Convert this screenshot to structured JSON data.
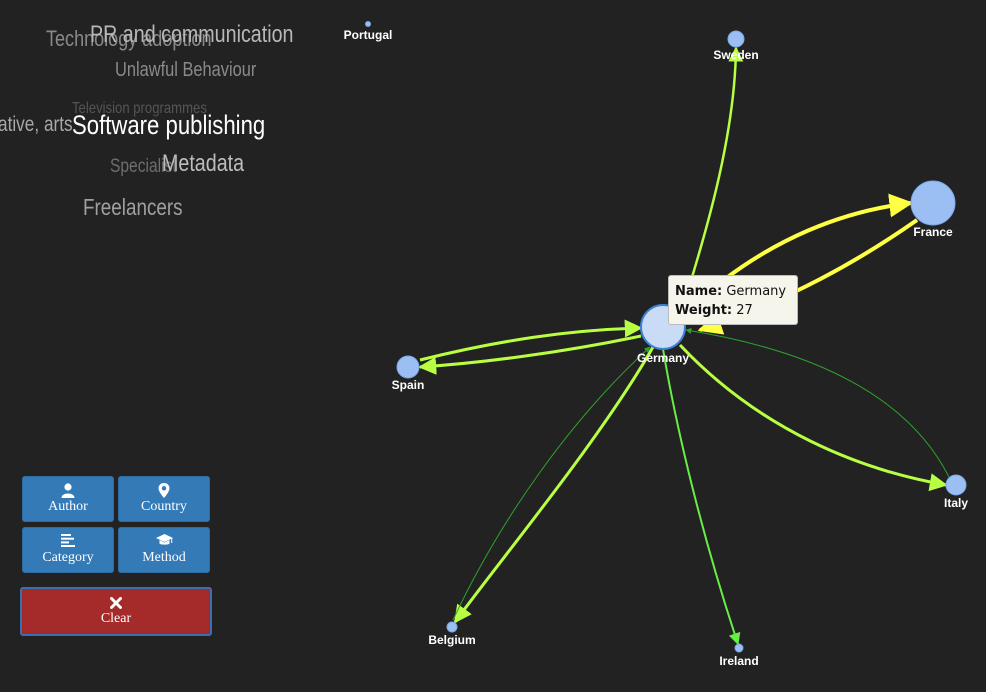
{
  "word_cloud": [
    {
      "text": "Technology adoption",
      "color": "#8a8a8a",
      "size": 22
    },
    {
      "text": "PR and communication",
      "color": "#b8b8b8",
      "size": 24
    },
    {
      "text": "Unlawful Behaviour",
      "color": "#8a8a8a",
      "size": 20
    },
    {
      "text": "Television programmes",
      "color": "#555555",
      "size": 16
    },
    {
      "text": "ative, arts",
      "color": "#a8a8a8",
      "size": 21
    },
    {
      "text": "Software publishing",
      "color": "#ffffff",
      "size": 27
    },
    {
      "text": "Specialist",
      "color": "#6e6e6e",
      "size": 19
    },
    {
      "text": "Metadata",
      "color": "#bdbdbd",
      "size": 24
    },
    {
      "text": "Freelancers",
      "color": "#a0a0a0",
      "size": 23
    }
  ],
  "chart_data": {
    "type": "network",
    "nodes": [
      {
        "id": "Germany",
        "label": "Germany",
        "color": "#c9dbf5",
        "stroke": "#3b82d6"
      },
      {
        "id": "France",
        "label": "France",
        "color": "#9bbff2"
      },
      {
        "id": "Spain",
        "label": "Spain",
        "color": "#9bbff2"
      },
      {
        "id": "Sweden",
        "label": "Sweden",
        "color": "#9bbff2"
      },
      {
        "id": "Italy",
        "label": "Italy",
        "color": "#9bbff2"
      },
      {
        "id": "Belgium",
        "label": "Belgium",
        "color": "#9bbff2"
      },
      {
        "id": "Ireland",
        "label": "Ireland",
        "color": "#9bbff2"
      },
      {
        "id": "Portugal",
        "label": "Portugal",
        "color": "#9bbff2"
      }
    ],
    "edges": [
      {
        "source": "Germany",
        "target": "France",
        "color": "#ffff44"
      },
      {
        "source": "France",
        "target": "Germany",
        "color": "#ffff44"
      },
      {
        "source": "Germany",
        "target": "Spain",
        "color": "#b8ff44"
      },
      {
        "source": "Spain",
        "target": "Germany",
        "color": "#b8ff44"
      },
      {
        "source": "Germany",
        "target": "Sweden",
        "color": "#b8ff44"
      },
      {
        "source": "Germany",
        "target": "Italy",
        "color": "#b8ff44"
      },
      {
        "source": "Italy",
        "target": "Germany",
        "color": "#2ea32e"
      },
      {
        "source": "Germany",
        "target": "Belgium",
        "color": "#b8ff44"
      },
      {
        "source": "Belgium",
        "target": "Germany",
        "color": "#2ea32e"
      },
      {
        "source": "Germany",
        "target": "Ireland",
        "color": "#66ee44"
      }
    ]
  },
  "tooltip": {
    "name_label": "Name:",
    "name_value": "Germany",
    "weight_label": "Weight:",
    "weight_value": "27"
  },
  "buttons": {
    "author": {
      "label": "Author",
      "icon": "user-icon"
    },
    "country": {
      "label": "Country",
      "icon": "map-marker-icon"
    },
    "category": {
      "label": "Category",
      "icon": "align-left-icon"
    },
    "method": {
      "label": "Method",
      "icon": "graduation-cap-icon"
    },
    "clear": {
      "label": "Clear",
      "icon": "close-icon"
    }
  },
  "colors": {
    "background": "#222222",
    "button_blue": "#337ab7",
    "button_red": "#a52a2a"
  }
}
